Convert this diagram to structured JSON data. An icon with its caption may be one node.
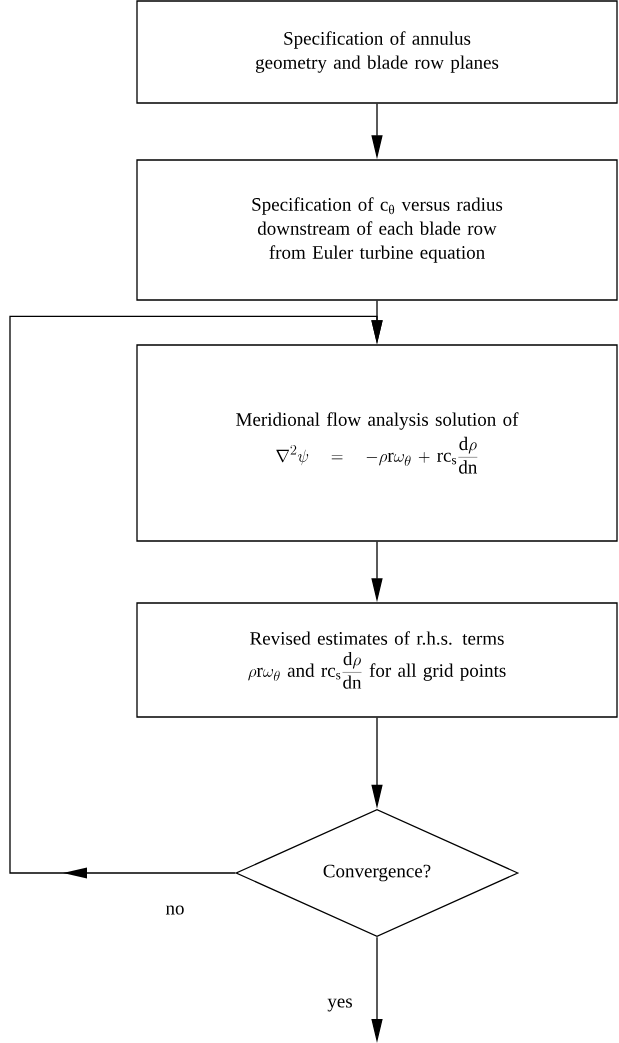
{
  "diagram": {
    "nodes": [
      {
        "text": [
          "Specification of annulus geometry and blade row planes"
        ]
      },
      {
        "text": [
          "Specification of c$_{θ}$ versus radius downstream of each blade row from Euler turbine equation"
        ]
      },
      {
        "text": [
          "Meridional flow analysis solution of",
          "\\nabla^{2}\\psi \\;=\\; -\\rho\\mathrm{r}\\omega_{\\theta}+\\mathrm{rc}_{\\mathrm{s}}\\frac{\\mathrm{d}\\rho}{\\mathrm{dn}}"
        ]
      },
      {
        "text": [
          "Revised estimates of r.h.s. terms",
          "\\rho\\mathrm{r}\\omega_{\\theta}\\ \\mathrm{and}\\ \\mathrm{rc}_{\\mathrm{s}}\\frac{\\mathrm{d}\\rho}{\\mathrm{dn}}\\ \\mathrm{for\\ all\\ grid\\ points}"
        ]
      },
      {
        "text": [
          "Convergence?"
        ]
      }
    ],
    "edges": [
      {
        "from": 0,
        "to": 1,
        "arrow": "to"
      },
      {
        "from": 1,
        "to": 2,
        "arrow": "to"
      },
      {
        "from": 2,
        "to": 3,
        "arrow": "to"
      },
      {
        "from": 3,
        "to": 4,
        "arrow": "to"
      },
      {
        "from": 4,
        "to": 2,
        "arrow": "to",
        "label": "no"
      },
      {
        "from": 4,
        "to": null,
        "arrow": "to",
        "label": "yes"
      }
    ]
  }
}
